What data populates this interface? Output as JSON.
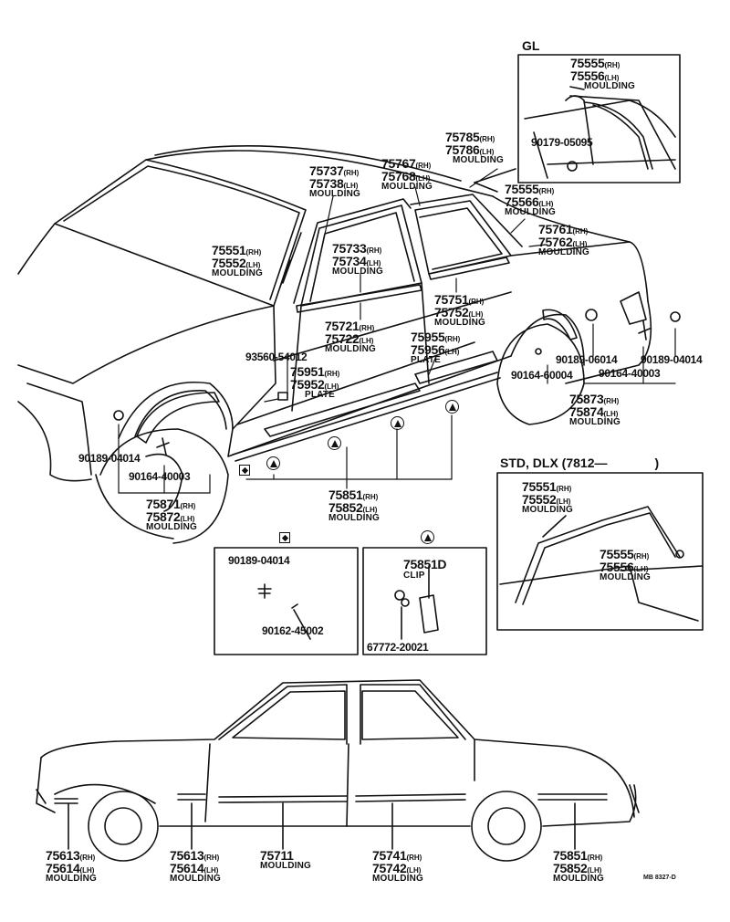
{
  "gl_header": "GL",
  "std_header": "STD, DLX (7812—",
  "std_header_close": ")",
  "rh": "(RH)",
  "lh": "(LH)",
  "moulding": "MOULDING",
  "plate": "PLATE",
  "clip": "CLIP",
  "parts": {
    "p75555": "75555",
    "p75556": "75556",
    "p90179_05095": "90179-05095",
    "p75785": "75785",
    "p75786": "75786",
    "p75767": "75767",
    "p75768": "75768",
    "p75737": "75737",
    "p75738": "75738",
    "p75565": "75555",
    "p75566": "75566",
    "p75761": "75761",
    "p75762": "75762",
    "p75551": "75551",
    "p75552": "75552",
    "p75733": "75733",
    "p75734": "75734",
    "p75751": "75751",
    "p75752": "75752",
    "p75721": "75721",
    "p75722": "75722",
    "p93560_54012": "93560-54012",
    "p75955": "75955",
    "p75956": "75956",
    "p75951": "75951",
    "p75952": "75952",
    "p90189_06014": "90189-06014",
    "p90189_04014_r": "90189-04014",
    "p90164_60004": "90164-60004",
    "p90164_40003_r": "90164-40003",
    "p75873": "75873",
    "p75874": "75874",
    "p90189_04014_l": "90189-04014",
    "p90164_40003_l": "90164-40003",
    "p75871": "75871",
    "p75872": "75872",
    "p75851": "75851",
    "p75852": "75852",
    "std_75551": "75551",
    "std_75552": "75552",
    "std_75555": "75555",
    "std_75556": "75556",
    "det_90189_04014": "90189-04014",
    "det_90162_45002": "90162-45002",
    "det_75851D": "75851D",
    "det_67772_20021": "67772-20021",
    "bot_75613": "75613",
    "bot_75614": "75614",
    "bot_75613b": "75613",
    "bot_75614b": "75614",
    "bot_75711": "75711",
    "bot_75741": "75741",
    "bot_75742": "75742",
    "bot_75851": "75851",
    "bot_75852": "75852"
  },
  "drawing_code": "MB 8327-D"
}
